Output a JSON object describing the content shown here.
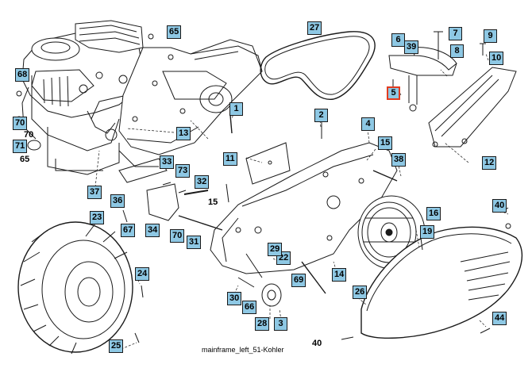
{
  "diagram": {
    "caption": "mainframe_left_51-Kohler",
    "selected_part": "5",
    "boxed_callouts": [
      "65",
      "27",
      "6",
      "39",
      "7",
      "9",
      "8",
      "10",
      "68",
      "1",
      "5",
      "70",
      "71",
      "13",
      "2",
      "12",
      "11",
      "33",
      "73",
      "37",
      "36",
      "32",
      "67",
      "34",
      "70",
      "31",
      "23",
      "24",
      "30",
      "66",
      "28",
      "3",
      "22",
      "29",
      "69",
      "14",
      "16",
      "19",
      "40",
      "25",
      "26",
      "44",
      "4",
      "15",
      "38"
    ],
    "plain_callouts": [
      "70",
      "65",
      "15",
      "40"
    ]
  }
}
